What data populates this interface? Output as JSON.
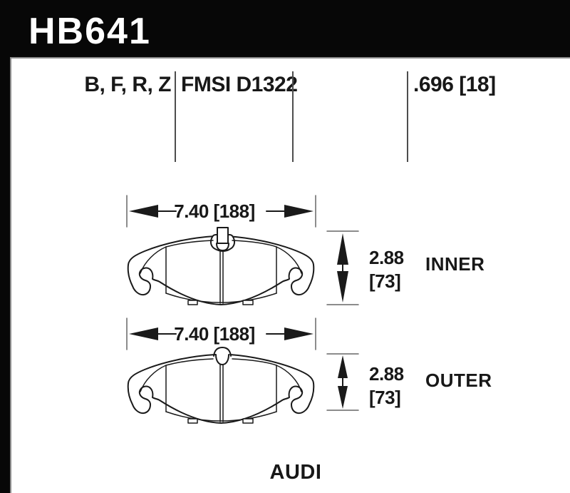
{
  "header": {
    "part_number": "HB641"
  },
  "spec_row": {
    "compounds": "B, F, R, Z",
    "fmsi": "FMSI D1322",
    "thickness": ".696 [18]"
  },
  "diagrams": [
    {
      "id": "inner-pad",
      "width_label": "7.40 [188]",
      "height_value": "2.88",
      "height_metric": "[73]",
      "position_label": "INNER"
    },
    {
      "id": "outer-pad",
      "width_label": "7.40 [188]",
      "height_value": "2.88",
      "height_metric": "[73]",
      "position_label": "OUTER"
    }
  ],
  "footer": {
    "vehicle_make": "AUDI"
  },
  "colors": {
    "bar_background": "#070707",
    "line_color": "#1a1a1a",
    "tick_color": "#666666",
    "text_color": "#181818"
  }
}
